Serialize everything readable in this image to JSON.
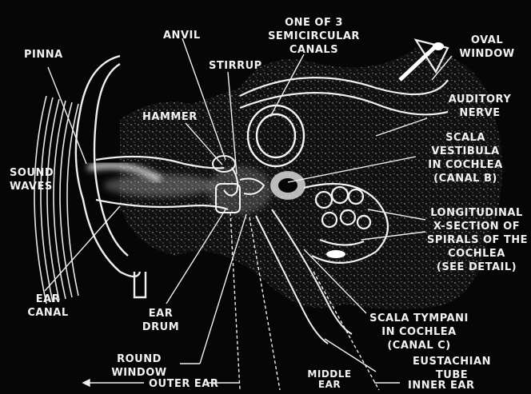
{
  "labels": {
    "pinna": "PINNA",
    "anvil": "ANVIL",
    "semicircular": "ONE OF 3\nSEMICIRCULAR\nCANALS",
    "oval_window": "OVAL\nWINDOW",
    "stirrup": "STIRRUP",
    "hammer": "HAMMER",
    "auditory_nerve": "AUDITORY\nNERVE",
    "sound_waves": "SOUND\nWAVES",
    "scala_vestibula": "SCALA\nVESTIBULA\nIN COCHLEA\n(CANAL B)",
    "longitudinal": "LONGITUDINAL\nX-SECTION OF\nSPIRALS OF THE\nCOCHLEA\n(SEE DETAIL)",
    "ear_canal": "EAR\nCANAL",
    "ear_drum": "EAR\nDRUM",
    "scala_tympani": "SCALA TYMPANI\nIN COCHLEA\n(CANAL C)",
    "round_window": "ROUND\nWINDOW",
    "eustachian": "EUSTACHIAN\nTUBE",
    "outer_ear": "OUTER EAR",
    "middle_ear": "MIDDLE\nEAR",
    "inner_ear": "INNER EAR"
  },
  "colors": {
    "background": "#060606",
    "ink": "#f2f2f2",
    "speckle": "#9a9a9a"
  }
}
